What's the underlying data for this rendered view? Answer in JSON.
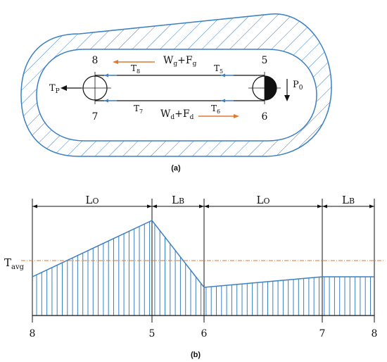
{
  "diagram_a": {
    "caption": "(a)",
    "pulley_labels": {
      "top_left": "8",
      "bottom_left": "7",
      "top_right": "5",
      "bottom_right": "6"
    },
    "forces": {
      "tp": {
        "base": "T",
        "sub": "P"
      },
      "p0": {
        "base": "P",
        "sub": "0"
      },
      "t8": {
        "base": "T",
        "sub": "8"
      },
      "t5": {
        "base": "T",
        "sub": "5"
      },
      "t7": {
        "base": "T",
        "sub": "7"
      },
      "t6": {
        "base": "T",
        "sub": "6"
      }
    },
    "upper_load": {
      "w": "W",
      "w_sub": "g",
      "plus": "+F",
      "f_sub": "g"
    },
    "lower_load": {
      "w": "W",
      "w_sub": "d",
      "plus": "+F",
      "f_sub": "d"
    },
    "colors": {
      "hatch": "#3b7fc4",
      "load_arrow": "#e07a30",
      "line": "#111111"
    }
  },
  "diagram_b": {
    "caption": "(b)",
    "segments": [
      {
        "base": "L",
        "sub": "O"
      },
      {
        "base": "L",
        "sub": "B"
      },
      {
        "base": "L",
        "sub": "O"
      },
      {
        "base": "L",
        "sub": "B"
      }
    ],
    "x_ticks": [
      "8",
      "5",
      "6",
      "7",
      "8"
    ],
    "avg_label": {
      "base": "T",
      "sub": "avg"
    },
    "colors": {
      "hatch": "#3b7fc4",
      "avg_line": "#e07a30",
      "line": "#111111"
    }
  }
}
